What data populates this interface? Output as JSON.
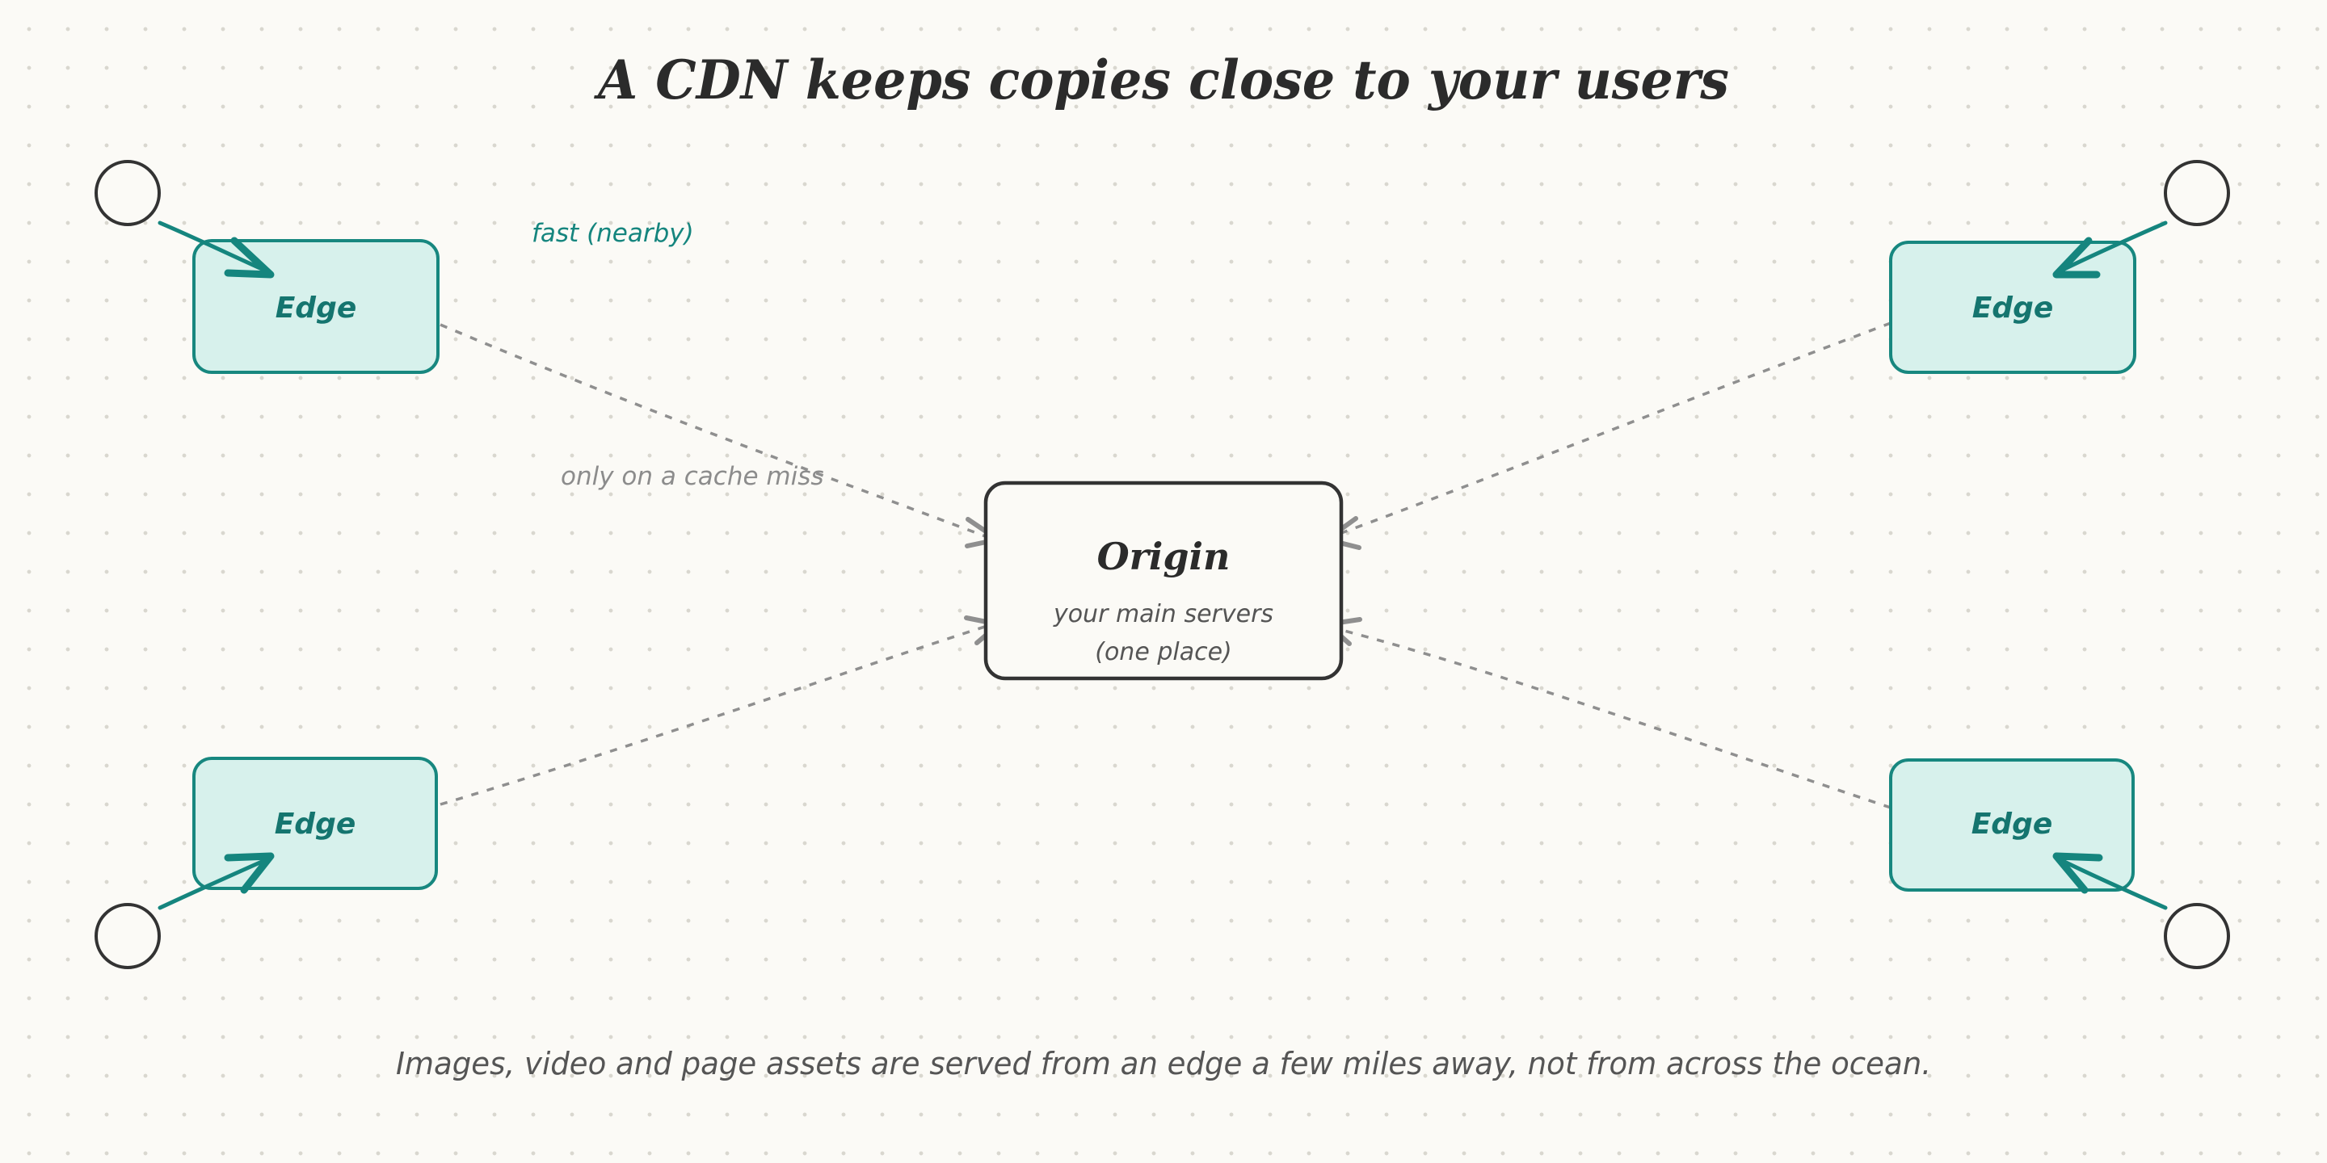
{
  "title": "A CDN keeps copies close to your users",
  "origin": {
    "title": "Origin",
    "subtitle_line1": "your main servers",
    "subtitle_line2": "(one place)"
  },
  "edges": [
    {
      "id": "top-left",
      "label": "Edge"
    },
    {
      "id": "top-right",
      "label": "Edge"
    },
    {
      "id": "bottom-left",
      "label": "Edge"
    },
    {
      "id": "bottom-right",
      "label": "Edge"
    }
  ],
  "annotations": {
    "fast": "fast (nearby)",
    "cache_miss": "only on a cache miss"
  },
  "caption": "Images, video and page assets are served from an edge a few miles away, not from across the ocean.",
  "colors": {
    "edge_fill": "#d7f1ec",
    "edge_stroke": "#17877f",
    "origin_stroke": "#333333",
    "fetch_line": "#8f8f8f",
    "background": "#fbfaf6"
  }
}
